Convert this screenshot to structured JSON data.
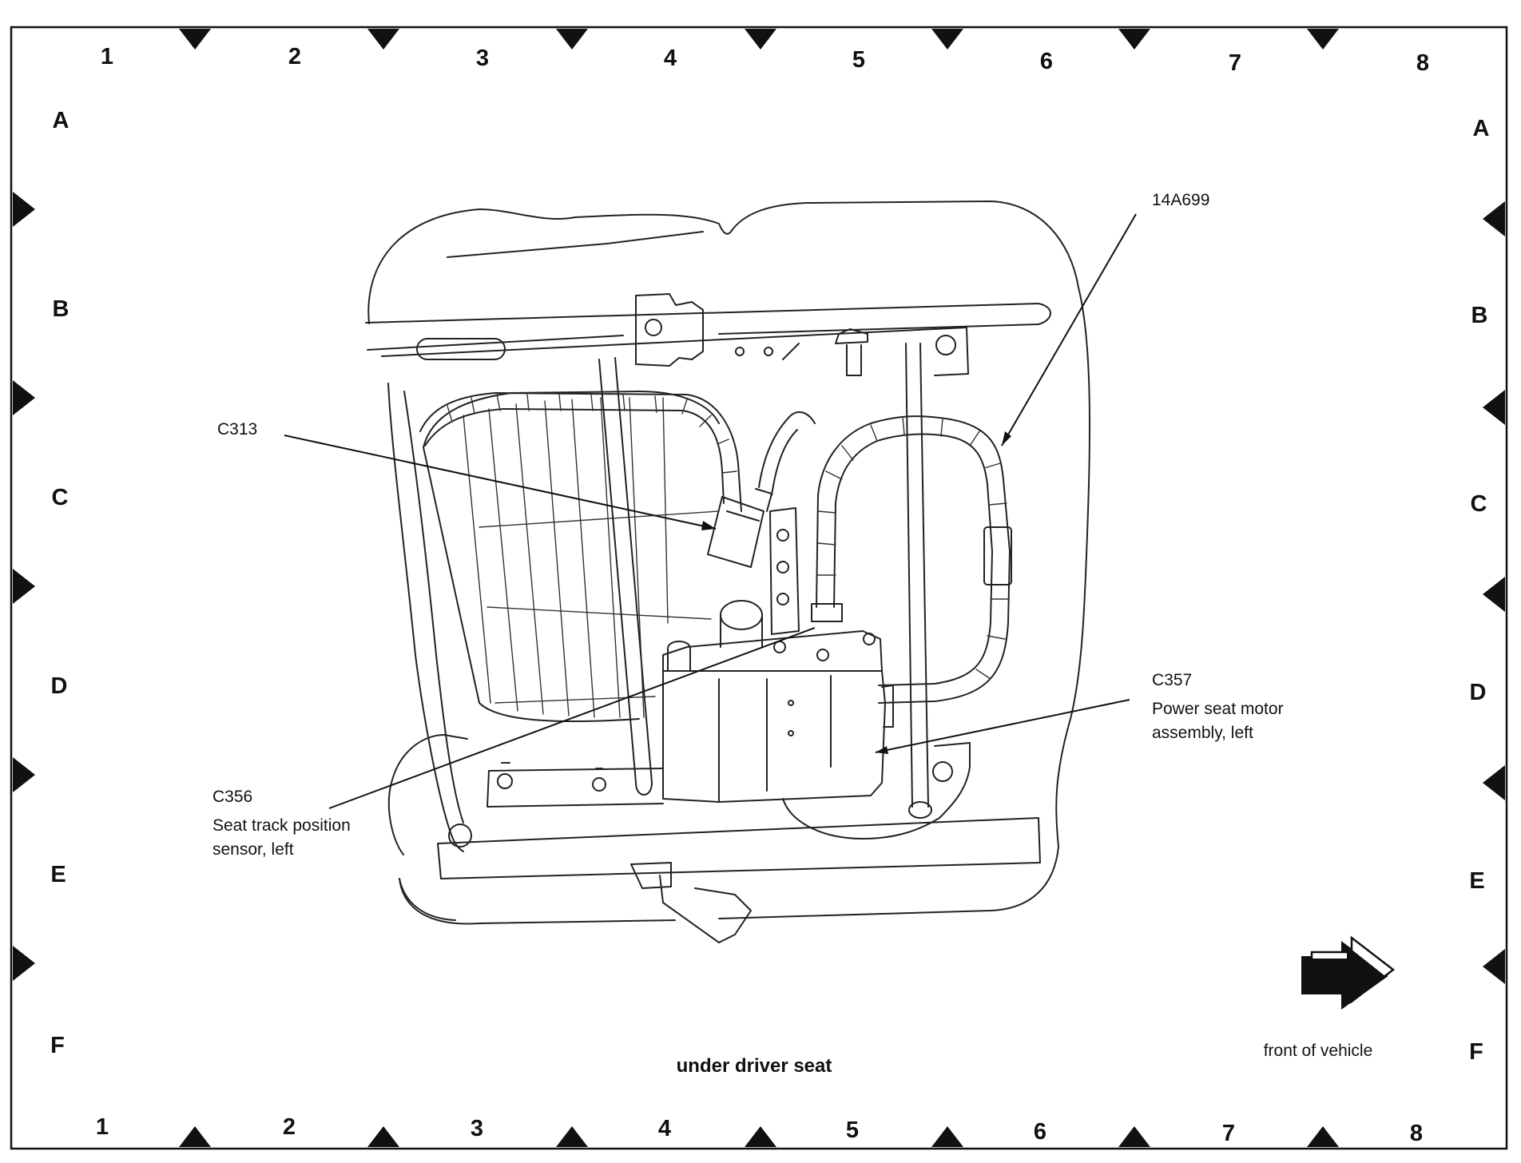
{
  "grid": {
    "columns": [
      "1",
      "2",
      "3",
      "4",
      "5",
      "6",
      "7",
      "8"
    ],
    "rows": [
      "A",
      "B",
      "C",
      "D",
      "E",
      "F"
    ]
  },
  "callouts": {
    "c313": {
      "line1": "C313"
    },
    "harness": {
      "line1": "14A699"
    },
    "c356": {
      "line1": "C356",
      "line2": "Seat track position",
      "line3": "sensor, left"
    },
    "c357": {
      "line1": "C357",
      "line2": "Power seat motor",
      "line3": "assembly, left"
    }
  },
  "caption": "under driver seat",
  "front_of_vehicle": {
    "label": "front of vehicle",
    "icon": "right-arrow-icon"
  },
  "colors": {
    "ink": "#111111",
    "background": "#ffffff"
  }
}
